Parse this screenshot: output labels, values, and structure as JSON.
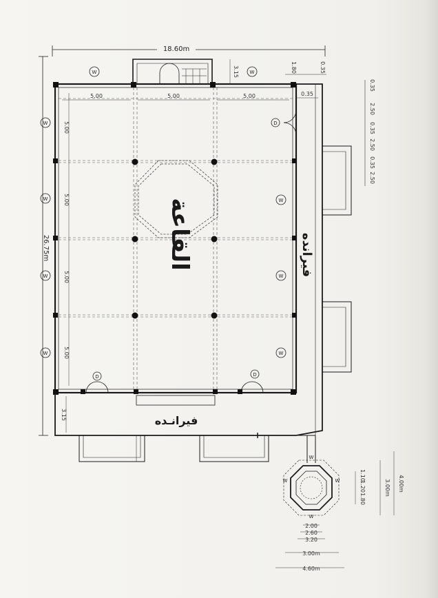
{
  "plan": {
    "overall_width": "18.60m",
    "overall_length": "26.75m",
    "bay_width": "5.00",
    "left_bays": [
      "5.00",
      "5.00",
      "5.00",
      "5.00"
    ],
    "porch_depth": "3.15",
    "stair_dim": "3.15",
    "top_small": [
      "1.80",
      "0.35"
    ],
    "corner_dim": "0.35",
    "right_dims": [
      "0.35",
      "2.50",
      "0.35",
      "2.50",
      "0.35",
      "2.50"
    ],
    "hall_label": "القاعة",
    "right_verandah_label": "فيرانده",
    "bottom_verandah_label": "فيرانـده",
    "window_mark": "W",
    "door_mark": "D"
  },
  "minaret": {
    "mark": "W",
    "inner_dims": [
      "2.00",
      "2.60",
      "3.20"
    ],
    "outer_dims": [
      "3.00m",
      "4.60m"
    ],
    "side_small": [
      "1.10",
      "1.20",
      "1.80"
    ],
    "side_large": "3.00m",
    "side_extra": "4.00m"
  }
}
